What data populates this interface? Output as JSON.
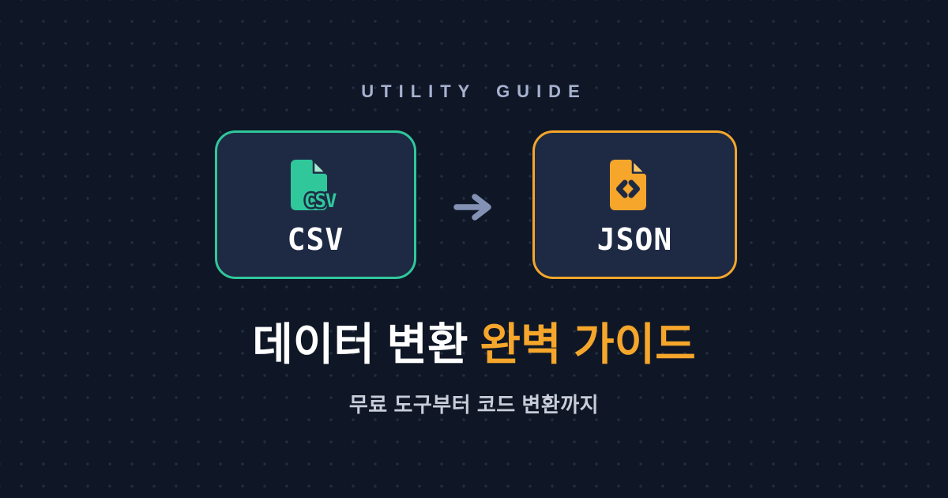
{
  "colors": {
    "bg": "#0f1726",
    "card-bg": "#1e2a44",
    "dot": "#232e44",
    "teal": "#30c79b",
    "teal-light": "#a5e9d1",
    "orange": "#f5a62b",
    "orange-light": "#fac768",
    "arrow": "#8391b4",
    "kicker-text": "#a7b2d0",
    "subtitle-text": "#c8cdd9",
    "title-text": "#ffffff"
  },
  "kicker": {
    "label": "UTILITY GUIDE"
  },
  "conversion": {
    "source": {
      "label": "CSV",
      "icon": "csv-file-icon",
      "icon_badge": "CSV",
      "accent": "#30c79b"
    },
    "target": {
      "label": "JSON",
      "icon": "json-file-icon",
      "accent": "#f5a62b"
    },
    "arrow_icon": "arrow-right-icon"
  },
  "title": {
    "normal": "데이터 변환",
    "highlight": "완벽 가이드"
  },
  "subtitle": {
    "text": "무료 도구부터 코드 변환까지"
  }
}
